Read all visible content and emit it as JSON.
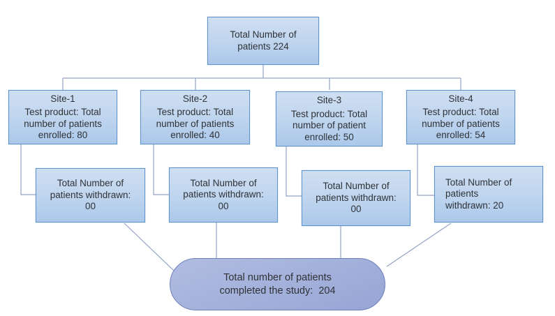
{
  "diagram": {
    "type": "flowchart",
    "top_box": {
      "lines": [
        "Total Number of",
        "patients 224"
      ]
    },
    "site_boxes": [
      {
        "title": "Site-1",
        "lines": [
          "Test product: Total",
          "number of patients",
          "enrolled: 80"
        ]
      },
      {
        "title": "Site-2",
        "lines": [
          "Test product: Total",
          "number of patients",
          "enrolled: 40"
        ]
      },
      {
        "title": "Site-3",
        "lines": [
          "Test product: Total",
          "number of patient",
          "enrolled: 50"
        ]
      },
      {
        "title": "Site-4",
        "lines": [
          "Test product: Total",
          "number of patients",
          "enrolled: 54"
        ]
      }
    ],
    "withdrawn_boxes": [
      {
        "lines": [
          "Total Number of",
          "patients withdrawn:",
          "00"
        ],
        "align": "center"
      },
      {
        "lines": [
          "Total Number of",
          "patients withdrawn:",
          "00"
        ],
        "align": "center"
      },
      {
        "lines": [
          "Total Number of",
          "patients withdrawn:",
          "00"
        ],
        "align": "center"
      },
      {
        "lines": [
          "Total Number of",
          "patients",
          "withdrawn: 20"
        ],
        "align": "left"
      }
    ],
    "completed_box": {
      "lines": [
        "Total number of patients",
        "completed the study:  204"
      ]
    },
    "totals": {
      "total_patients": "224",
      "enrolled": [
        "80",
        "40",
        "50",
        "54"
      ],
      "withdrawn": [
        "00",
        "00",
        "00",
        "20"
      ],
      "completed": "204"
    },
    "colors": {
      "box_fill_top": "#cfdff2",
      "box_fill_bottom": "#abc8ea",
      "box_border": "#5f93cc",
      "ellipse_fill_top": "#b1bde1",
      "ellipse_fill_bottom": "#96a5d5",
      "ellipse_border": "#7181bd",
      "connector": "#93a3c4",
      "text": "#2f3237",
      "background": "#ffffff"
    }
  }
}
